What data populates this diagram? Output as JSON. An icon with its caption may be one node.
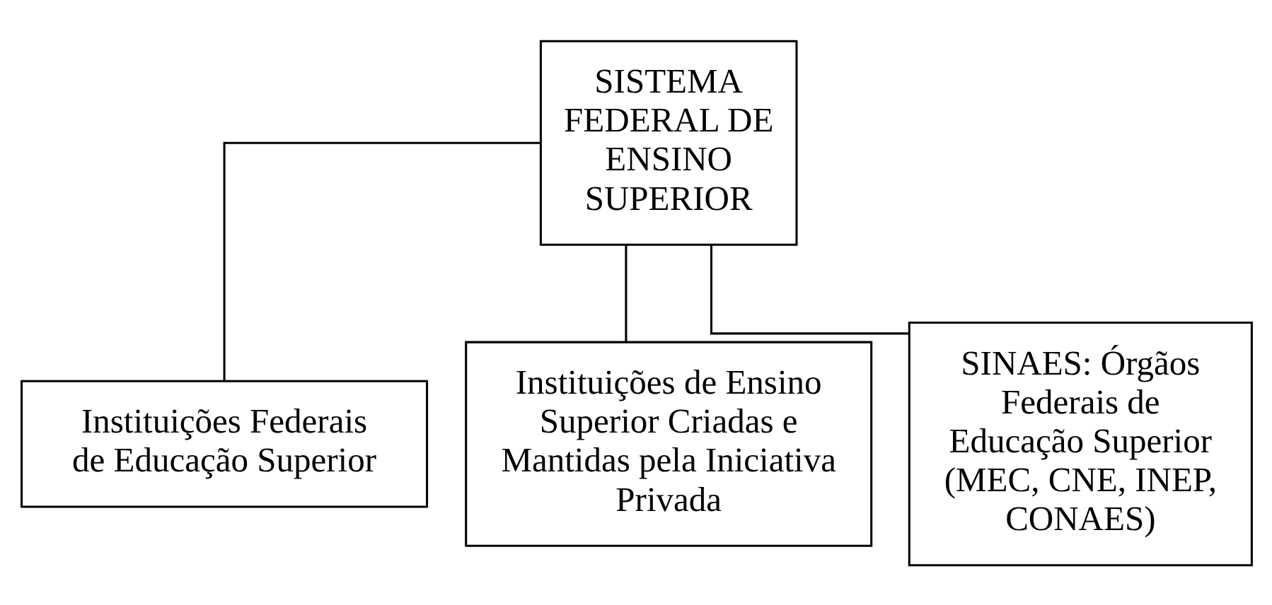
{
  "diagram": {
    "nodes": [
      {
        "text": [
          "SISTEMA FEDERAL DE ENSINO SUPERIOR"
        ]
      },
      {
        "text": [
          "Instituições Federais de Educação Superior"
        ]
      },
      {
        "text": [
          "Instituições de Ensino Superior Criadas e Mantidas pela Iniciativa Privada"
        ]
      },
      {
        "text": [
          "SINAES: Órgãos Federais de Educação Superior (MEC, CNE, INEP, CONAES)"
        ]
      }
    ],
    "edges": [
      {
        "from": 0,
        "to": 1,
        "arrow": "none"
      },
      {
        "from": 0,
        "to": 2,
        "arrow": "none"
      },
      {
        "from": 0,
        "to": 3,
        "arrow": "none"
      }
    ]
  }
}
